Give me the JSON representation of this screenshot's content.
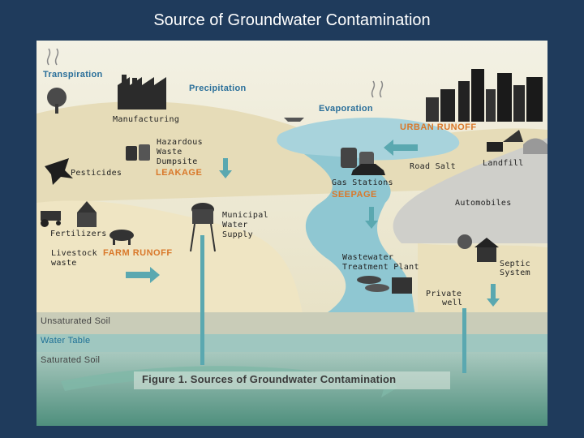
{
  "slide": {
    "title": "Source of Groundwater Contamination"
  },
  "labels": {
    "transpiration": "Transpiration",
    "precipitation": "Precipitation",
    "evaporation": "Evaporation",
    "manufacturing": "Manufacturing",
    "hazardous_1": "Hazardous",
    "hazardous_2": "Waste",
    "hazardous_3": "Dumpsite",
    "leakage": "LEAKAGE",
    "pesticides": "Pesticides",
    "urban_runoff": "URBAN RUNOFF",
    "landfill": "Landfill",
    "road_salt": "Road Salt",
    "gas_stations": "Gas Stations",
    "seepage": "SEEPAGE",
    "automobiles": "Automobiles",
    "municipal_1": "Municipal",
    "municipal_2": "Water",
    "municipal_3": "Supply",
    "fertilizers": "Fertilizers",
    "livestock_1": "Livestock",
    "livestock_2": "waste",
    "farm_runoff": "FARM RUNOFF",
    "wastewater_1": "Wastewater",
    "wastewater_2": "Treatment Plant",
    "septic_1": "Septic",
    "septic_2": "System",
    "private_1": "Private",
    "private_2": "well",
    "unsaturated": "Unsaturated Soil",
    "water_table": "Water Table",
    "saturated": "Saturated Soil",
    "caption": "Figure 1.  Sources of Groundwater Contamination"
  },
  "colors": {
    "background": "#1f3b5c",
    "water": "#8fc7d2",
    "land": "#ece3c6",
    "label_blue": "#2a6f9a",
    "label_orange": "#d9782a",
    "saturated_soil": "#5f9e8c",
    "arrow": "#5aa8b0"
  },
  "icons": [
    "factory-icon",
    "city-skyline-icon",
    "tree-icon",
    "barrels-icon",
    "airplane-icon",
    "tractor-icon",
    "barn-icon",
    "cow-icon",
    "water-tower-icon",
    "gas-station-icon",
    "car-icon",
    "truck-icon",
    "house-icon",
    "boat-icon"
  ]
}
